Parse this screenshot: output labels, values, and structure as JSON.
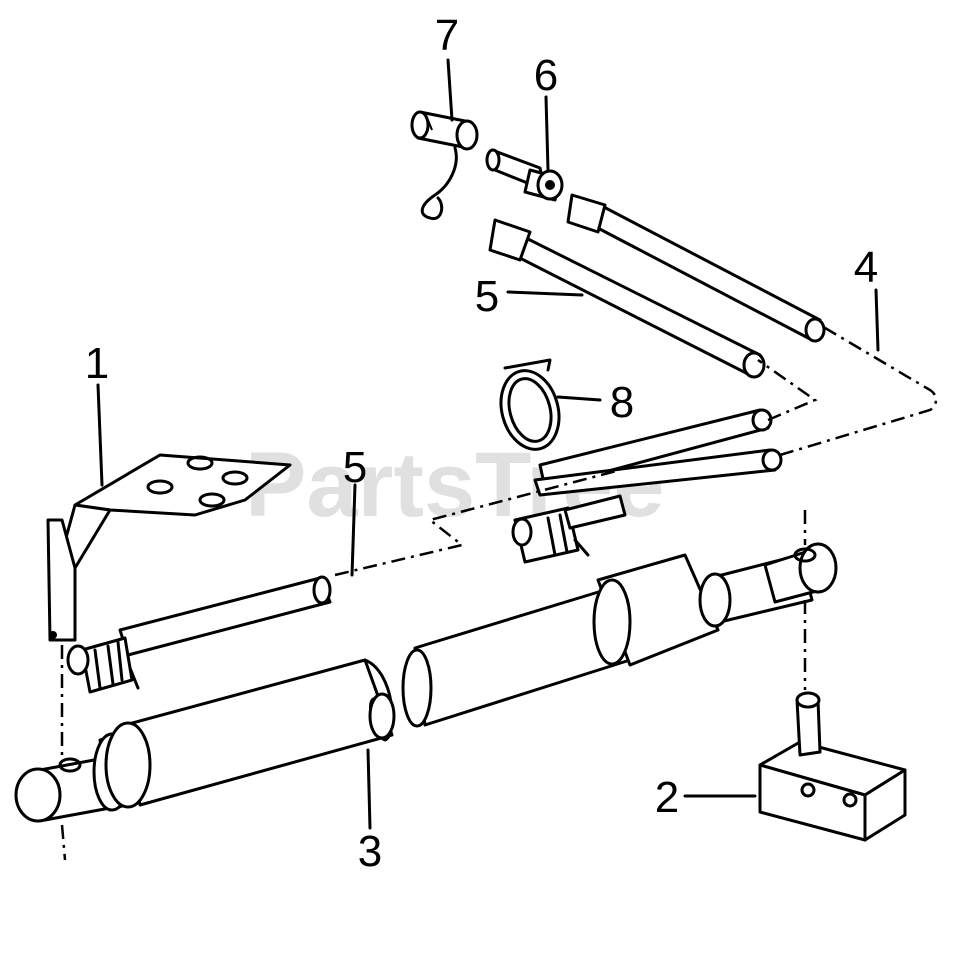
{
  "watermark": "PartsTree",
  "callouts": [
    {
      "id": "1",
      "label": "1"
    },
    {
      "id": "2",
      "label": "2"
    },
    {
      "id": "3",
      "label": "3"
    },
    {
      "id": "4",
      "label": "4"
    },
    {
      "id": "5a",
      "label": "5"
    },
    {
      "id": "5b",
      "label": "5"
    },
    {
      "id": "6",
      "label": "6"
    },
    {
      "id": "7",
      "label": "7"
    },
    {
      "id": "8",
      "label": "8"
    }
  ]
}
